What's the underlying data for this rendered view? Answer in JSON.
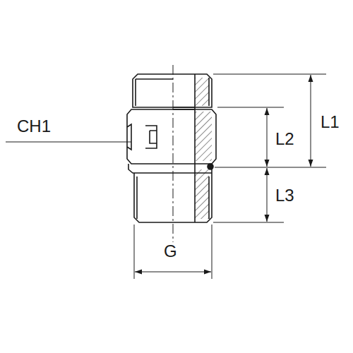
{
  "diagram": {
    "labels": [
      "CH1",
      "L1",
      "L2",
      "L3",
      "G"
    ]
  }
}
